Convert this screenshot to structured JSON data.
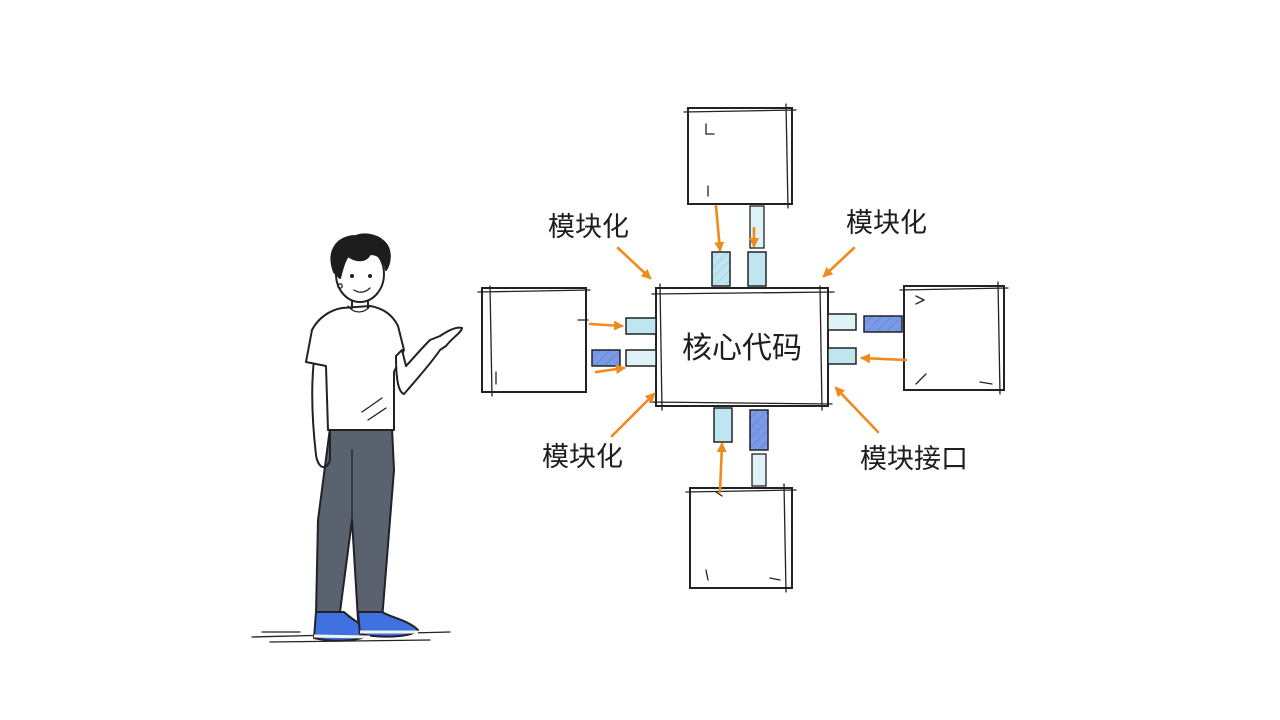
{
  "diagram": {
    "core": {
      "label": "核心代码"
    },
    "labels": {
      "top_left": "模块化",
      "top_right": "模块化",
      "bottom_left": "模块化",
      "bottom_right": "模块接口"
    },
    "colors": {
      "arrow": "#f08a1c",
      "connector_light": "#bfe6f0",
      "connector_dark": "#7a9ae8",
      "pants": "#5a6270",
      "shoes": "#3f72e0",
      "ink": "#222222"
    }
  },
  "figure": {
    "description_icon": "person-pointing-icon"
  }
}
